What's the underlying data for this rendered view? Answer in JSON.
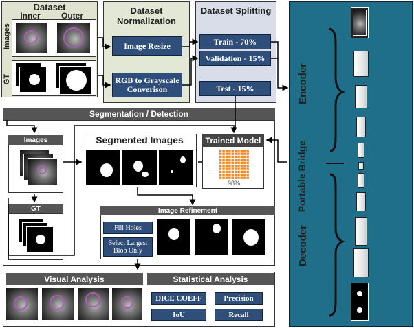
{
  "dataset": {
    "title": "Dataset",
    "inner_label": "Inner",
    "outer_label": "Outer",
    "images_label": "Images",
    "gt_label": "GT"
  },
  "normalization": {
    "title": "Dataset Normalization",
    "image_resize": "Image Resize",
    "rgb_to_gray": "RGB to Grayscale Converison"
  },
  "splitting": {
    "title": "Dataset Splitting",
    "train": "Train - 70%",
    "validation": "Validation - 15%",
    "test": "Test - 15%"
  },
  "segmentation": {
    "title": "Segmentation / Detection",
    "images_label": "Images",
    "gt_label": "GT",
    "segmented_title": "Segmented Images",
    "trained_model_title": "Trained Model",
    "model_accuracy": "98%",
    "refinement_title": "Image Refinement",
    "fill_holes": "Fill Holes",
    "select_largest": "Select Largest Blob Only"
  },
  "analysis": {
    "visual_title": "Visual Analysis",
    "statistical_title": "Statistical Analysis",
    "dice": "DICE COEFF",
    "precision": "Precision",
    "iou": "IoU",
    "recall": "Recall"
  },
  "network": {
    "encoder": "Encoder",
    "bridge": "Portable Bridge",
    "decoder": "Decoder"
  },
  "colors": {
    "dataset_bg": "#dfe3cf",
    "norm_bg": "#e3e8d6",
    "split_bg": "#d9dde9",
    "network_bg": "#1f6f8a",
    "button_bg": "#2f4f7a",
    "header_gray": "#555555",
    "grid_orange": "#f08a24"
  }
}
